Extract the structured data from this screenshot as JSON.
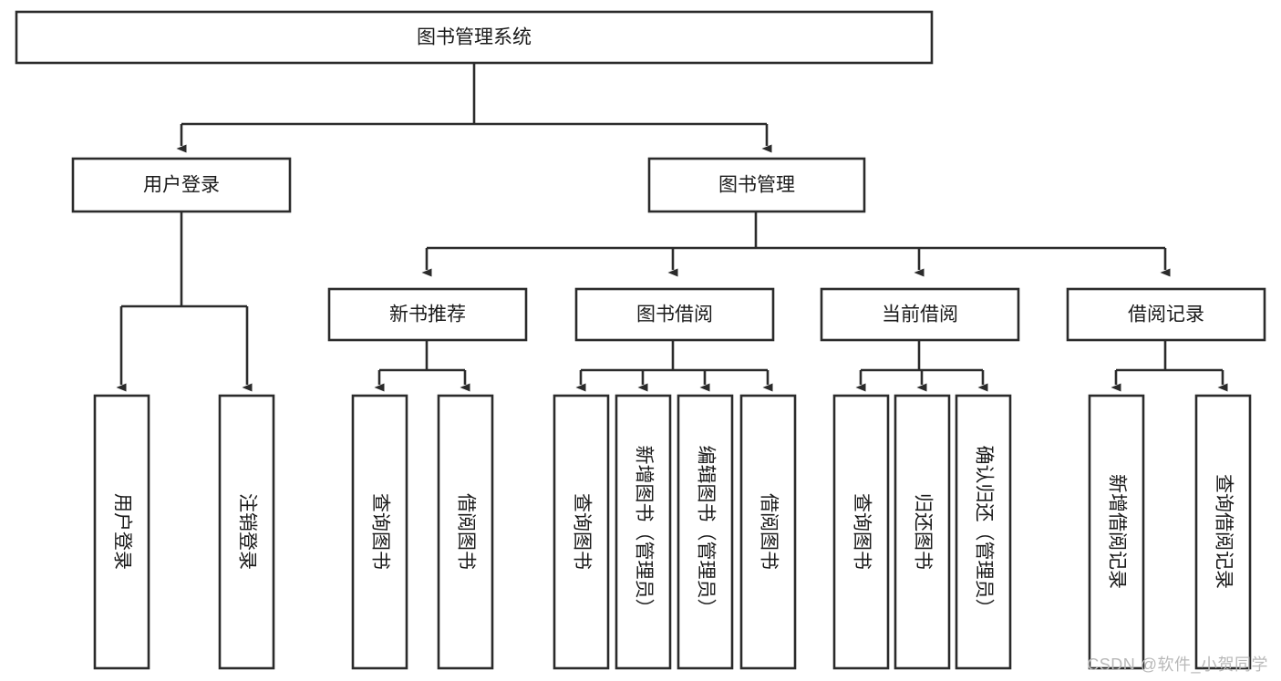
{
  "diagram": {
    "title": "图书管理系统",
    "watermark": "CSDN @软件_小贺同学",
    "style": {
      "box_fill": "#ffffff",
      "box_stroke": "#2b2b2b",
      "text_color": "#1a1a1a",
      "watermark_color": "#b9b9b9"
    },
    "nodes": {
      "root": {
        "label": "图书管理系统"
      },
      "level2": [
        {
          "id": "user-login",
          "label": "用户登录"
        },
        {
          "id": "book-manage",
          "label": "图书管理"
        }
      ],
      "level3": [
        {
          "id": "new-book-recommend",
          "label": "新书推荐"
        },
        {
          "id": "book-borrow",
          "label": "图书借阅"
        },
        {
          "id": "current-borrow",
          "label": "当前借阅"
        },
        {
          "id": "borrow-record",
          "label": "借阅记录"
        }
      ],
      "leaves": {
        "user-login": [
          {
            "id": "leaf-user-login",
            "label": "用户登录"
          },
          {
            "id": "leaf-logout-login",
            "label": "注销登录"
          }
        ],
        "new-book-recommend": [
          {
            "id": "leaf-query-book-1",
            "label": "查询图书"
          },
          {
            "id": "leaf-borrow-book-1",
            "label": "借阅图书"
          }
        ],
        "book-borrow": [
          {
            "id": "leaf-query-book-2",
            "label": "查询图书"
          },
          {
            "id": "leaf-add-book-admin",
            "label": "新增图书（管理员）"
          },
          {
            "id": "leaf-edit-book-admin",
            "label": "编辑图书（管理员）"
          },
          {
            "id": "leaf-borrow-book-2",
            "label": "借阅图书"
          }
        ],
        "current-borrow": [
          {
            "id": "leaf-query-book-3",
            "label": "查询图书"
          },
          {
            "id": "leaf-return-book",
            "label": "归还图书"
          },
          {
            "id": "leaf-confirm-return-admin",
            "label": "确认归还（管理员）"
          }
        ],
        "borrow-record": [
          {
            "id": "leaf-add-borrow-record",
            "label": "新增借阅记录"
          },
          {
            "id": "leaf-query-borrow-record",
            "label": "查询借阅记录"
          }
        ]
      }
    }
  }
}
